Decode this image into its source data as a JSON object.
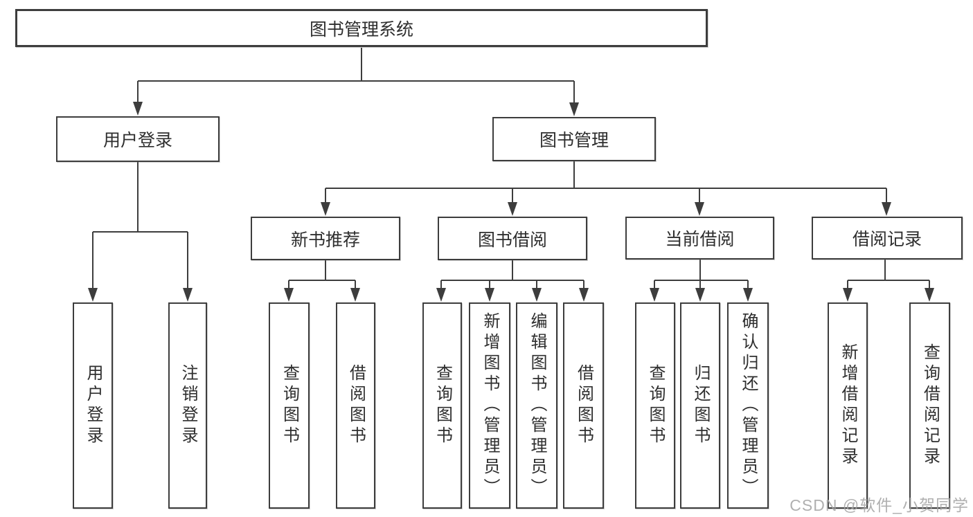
{
  "diagram_type": "hierarchy-tree",
  "tree": {
    "label": "图书管理系统",
    "children": [
      {
        "label": "用户登录",
        "children": [
          {
            "label": "用户登录"
          },
          {
            "label": "注销登录"
          }
        ]
      },
      {
        "label": "图书管理",
        "children": [
          {
            "label": "新书推荐",
            "children": [
              {
                "label": "查询图书"
              },
              {
                "label": "借阅图书"
              }
            ]
          },
          {
            "label": "图书借阅",
            "children": [
              {
                "label": "查询图书"
              },
              {
                "label": "新增图书（管理员）"
              },
              {
                "label": "编辑图书（管理员）"
              },
              {
                "label": "借阅图书"
              }
            ]
          },
          {
            "label": "当前借阅",
            "children": [
              {
                "label": "查询图书"
              },
              {
                "label": "归还图书"
              },
              {
                "label": "确认归还（管理员）"
              }
            ]
          },
          {
            "label": "借阅记录",
            "children": [
              {
                "label": "新增借阅记录"
              },
              {
                "label": "查询借阅记录"
              }
            ]
          }
        ]
      }
    ]
  },
  "watermark": {
    "text": "CSDN @软件_小贺同学"
  },
  "colors": {
    "line": "#3d3d3d",
    "box_border": "#3d3d3d",
    "text": "#2e2e2e",
    "watermark": "#a3a3a3",
    "background": "#ffffff"
  }
}
